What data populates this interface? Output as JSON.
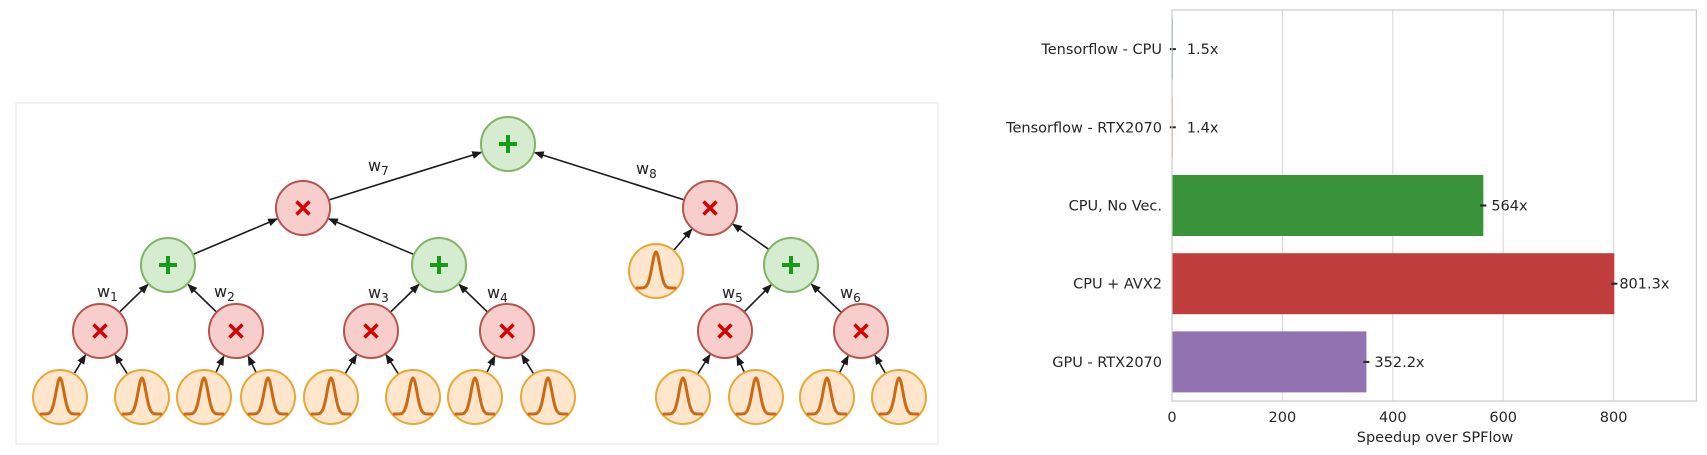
{
  "diagram": {
    "weights": {
      "w1": {
        "base": "w",
        "sub": "1"
      },
      "w2": {
        "base": "w",
        "sub": "2"
      },
      "w3": {
        "base": "w",
        "sub": "3"
      },
      "w4": {
        "base": "w",
        "sub": "4"
      },
      "w5": {
        "base": "w",
        "sub": "5"
      },
      "w6": {
        "base": "w",
        "sub": "6"
      },
      "w7": {
        "base": "w",
        "sub": "7"
      },
      "w8": {
        "base": "w",
        "sub": "8"
      }
    },
    "colors": {
      "sum_fill": "#d5ecd0",
      "sum_stroke": "#82b366",
      "sum_symbol": "#1a9a1a",
      "product_fill": "#f8cecc",
      "product_stroke": "#b85450",
      "product_symbol": "#d60000",
      "leaf_fill": "#ffe6cc",
      "leaf_stroke": "#e8a838",
      "leaf_curve": "#cc6a14",
      "frame": "#e4e4e4"
    },
    "icons": {
      "sum": "plus-icon",
      "product": "times-icon",
      "leaf": "gaussian-icon"
    }
  },
  "chart_data": {
    "type": "bar",
    "orientation": "horizontal",
    "categories": [
      "Tensorflow - CPU",
      "Tensorflow - RTX2070",
      "CPU, No Vec.",
      "CPU + AVX2",
      "GPU - RTX2070"
    ],
    "values": [
      1.5,
      1.4,
      564,
      801.3,
      352.2
    ],
    "data_labels": [
      "1.5x",
      "1.4x",
      "564x",
      "801.3x",
      "352.2x"
    ],
    "colors": [
      "#3b75af",
      "#ef8636",
      "#3a923a",
      "#c03d3e",
      "#9372b2"
    ],
    "xlabel": "Speedup over SPFlow",
    "ylabel": "",
    "title": "",
    "xlim": [
      0,
      950
    ],
    "xticks": [
      0,
      200,
      400,
      600,
      800
    ],
    "xtick_labels": [
      "0",
      "200",
      "400",
      "600",
      "800"
    ],
    "grid": "vertical",
    "legend": "none"
  }
}
